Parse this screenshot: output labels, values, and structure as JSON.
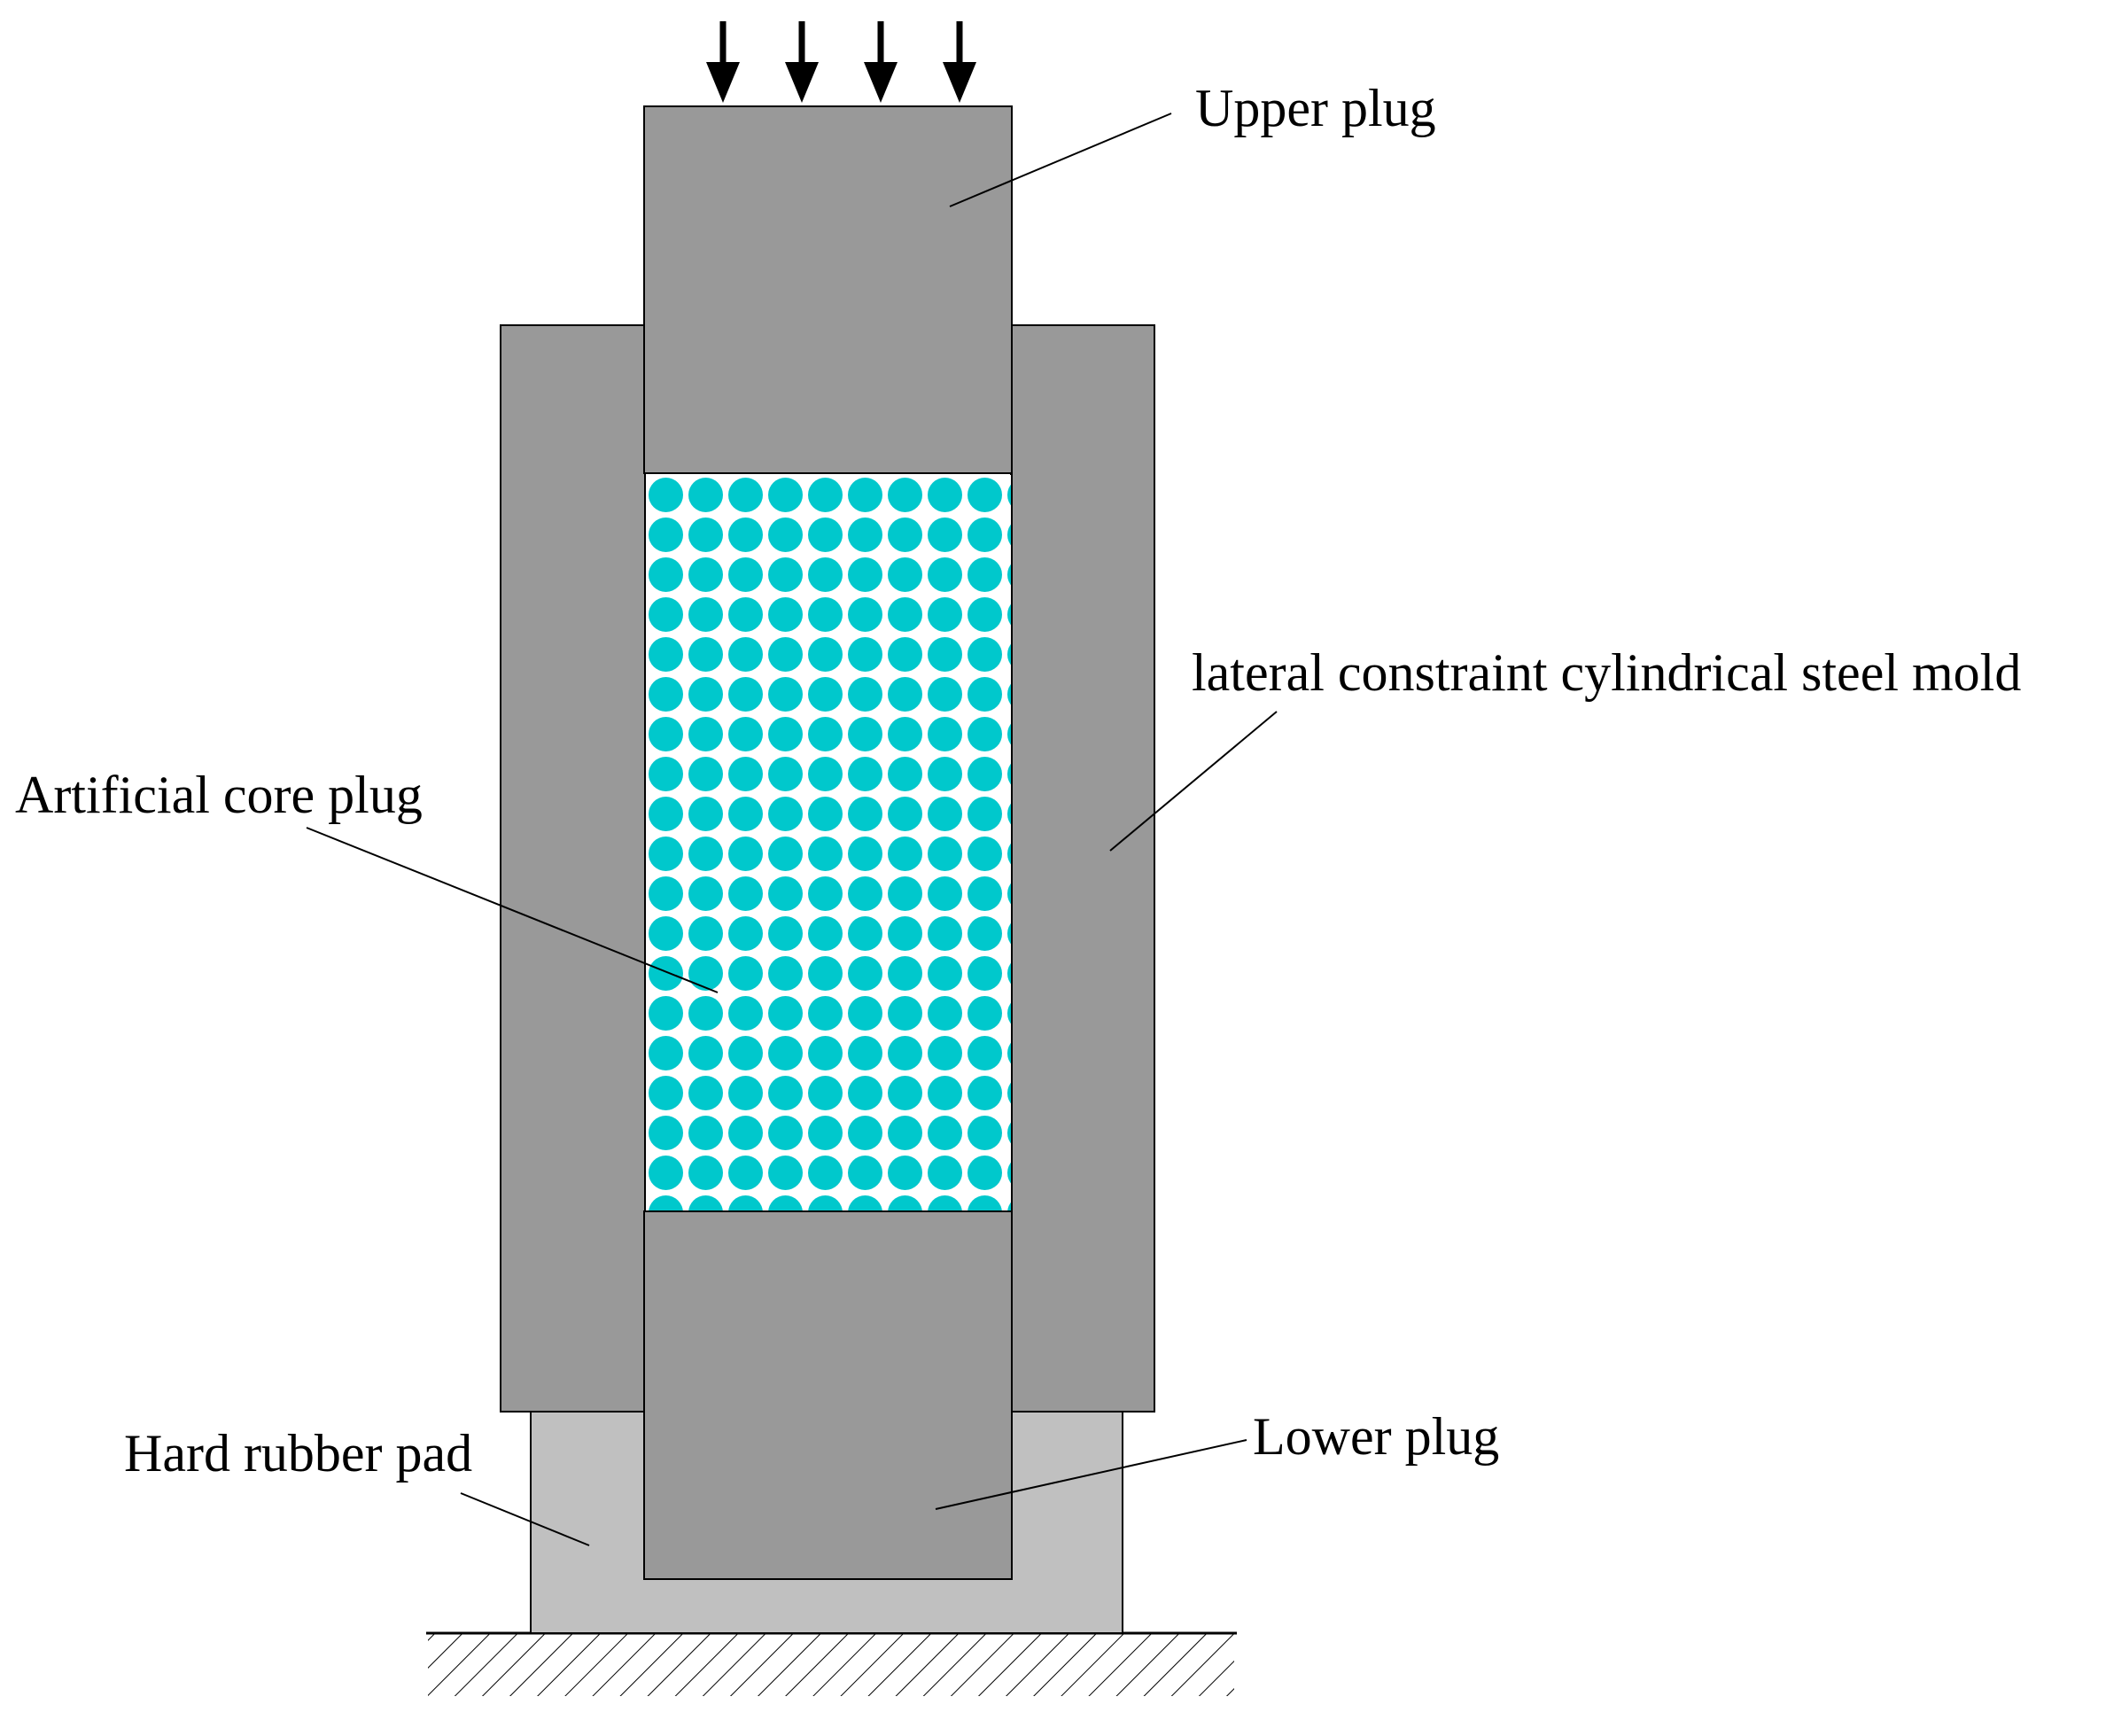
{
  "labels": {
    "upper_plug": "Upper plug",
    "mold": "lateral constraint cylindrical steel mold",
    "core_plug": "Artificial core plug",
    "rubber_pad": "Hard rubber pad",
    "lower_plug": "Lower plug"
  },
  "load_arrow_count": 4,
  "colors": {
    "plug": "#999999",
    "mold": "#999999",
    "rubber_pad": "#c0c0c0",
    "core_particle": "#00c8cc",
    "core_background": "#ffffff",
    "outline": "#000000",
    "ground_hatch": "#000000"
  }
}
